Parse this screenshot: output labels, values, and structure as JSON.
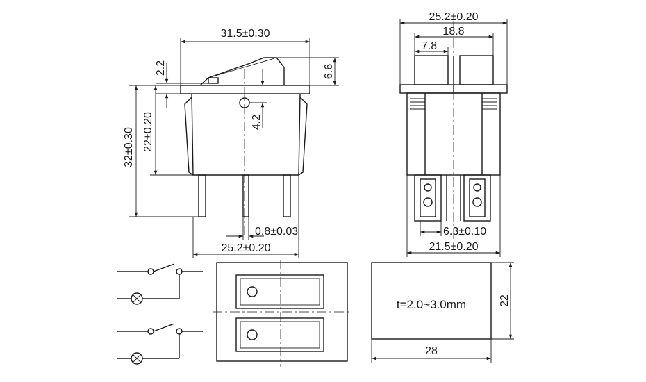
{
  "dimensions": {
    "front_width": "31.5±0.30",
    "rocker_offset": "2.2",
    "rocker_height": "6.6",
    "lamp_offset": "4.2",
    "body_height": "22±0.20",
    "total_height": "32±0.30",
    "terminal_thickness": "0.8±0.03",
    "body_width": "25.2±0.20",
    "side_total_width": "25.2±0.20",
    "side_inner_width": "18.8",
    "side_gap": "7.8",
    "terminal_width": "6.3±0.10",
    "side_body_width": "21.5±0.20",
    "cutout_height": "22",
    "cutout_width": "28"
  },
  "cutout_note": "t=2.0~3.0mm"
}
